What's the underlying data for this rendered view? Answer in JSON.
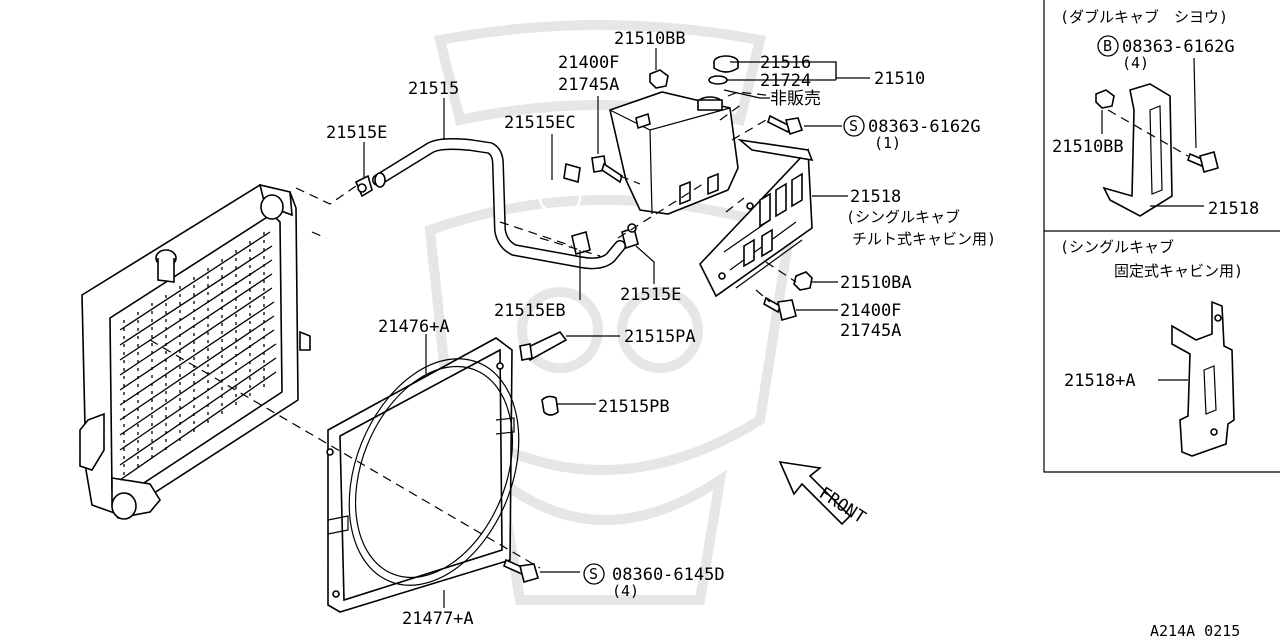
{
  "labels": {
    "p21515": "21515",
    "p21515E_left": "21515E",
    "p21515EC": "21515EC",
    "p21400F_top": "21400F",
    "p21745A_top": "21745A",
    "p21510BB": "21510BB",
    "p21516": "21516",
    "p21724": "21724",
    "p21510": "21510",
    "hihanbai": "非販売",
    "bolt_top_code": "08363-6162G",
    "bolt_top_qty": "(1)",
    "p21518": "21518",
    "p21518_note1": "(シングルキャブ",
    "p21518_note2": "チルト式キャビン用)",
    "p21510BA": "21510BA",
    "p21400F_bot": "21400F",
    "p21745A_bot": "21745A",
    "p21515EB": "21515EB",
    "p21515E_right": "21515E",
    "p21476A": "21476+A",
    "p21515PA": "21515PA",
    "p21515PB": "21515PB",
    "bolt_bot_code": "08360-6145D",
    "bolt_bot_qty": "(4)",
    "p21477A": "21477+A",
    "front": "FRONT",
    "diagram_code": "A214A 0215"
  },
  "inset_double": {
    "title": "(ダブルキャブ　シヨウ)",
    "bolt_code": "08363-6162G",
    "bolt_qty": "(4)",
    "nut": "21510BB",
    "bracket": "21518"
  },
  "inset_single": {
    "title1": "(シングルキャブ",
    "title2": "固定式キャビン用)",
    "bracket": "21518+A"
  },
  "symbols": {
    "s": "S",
    "b": "B"
  }
}
